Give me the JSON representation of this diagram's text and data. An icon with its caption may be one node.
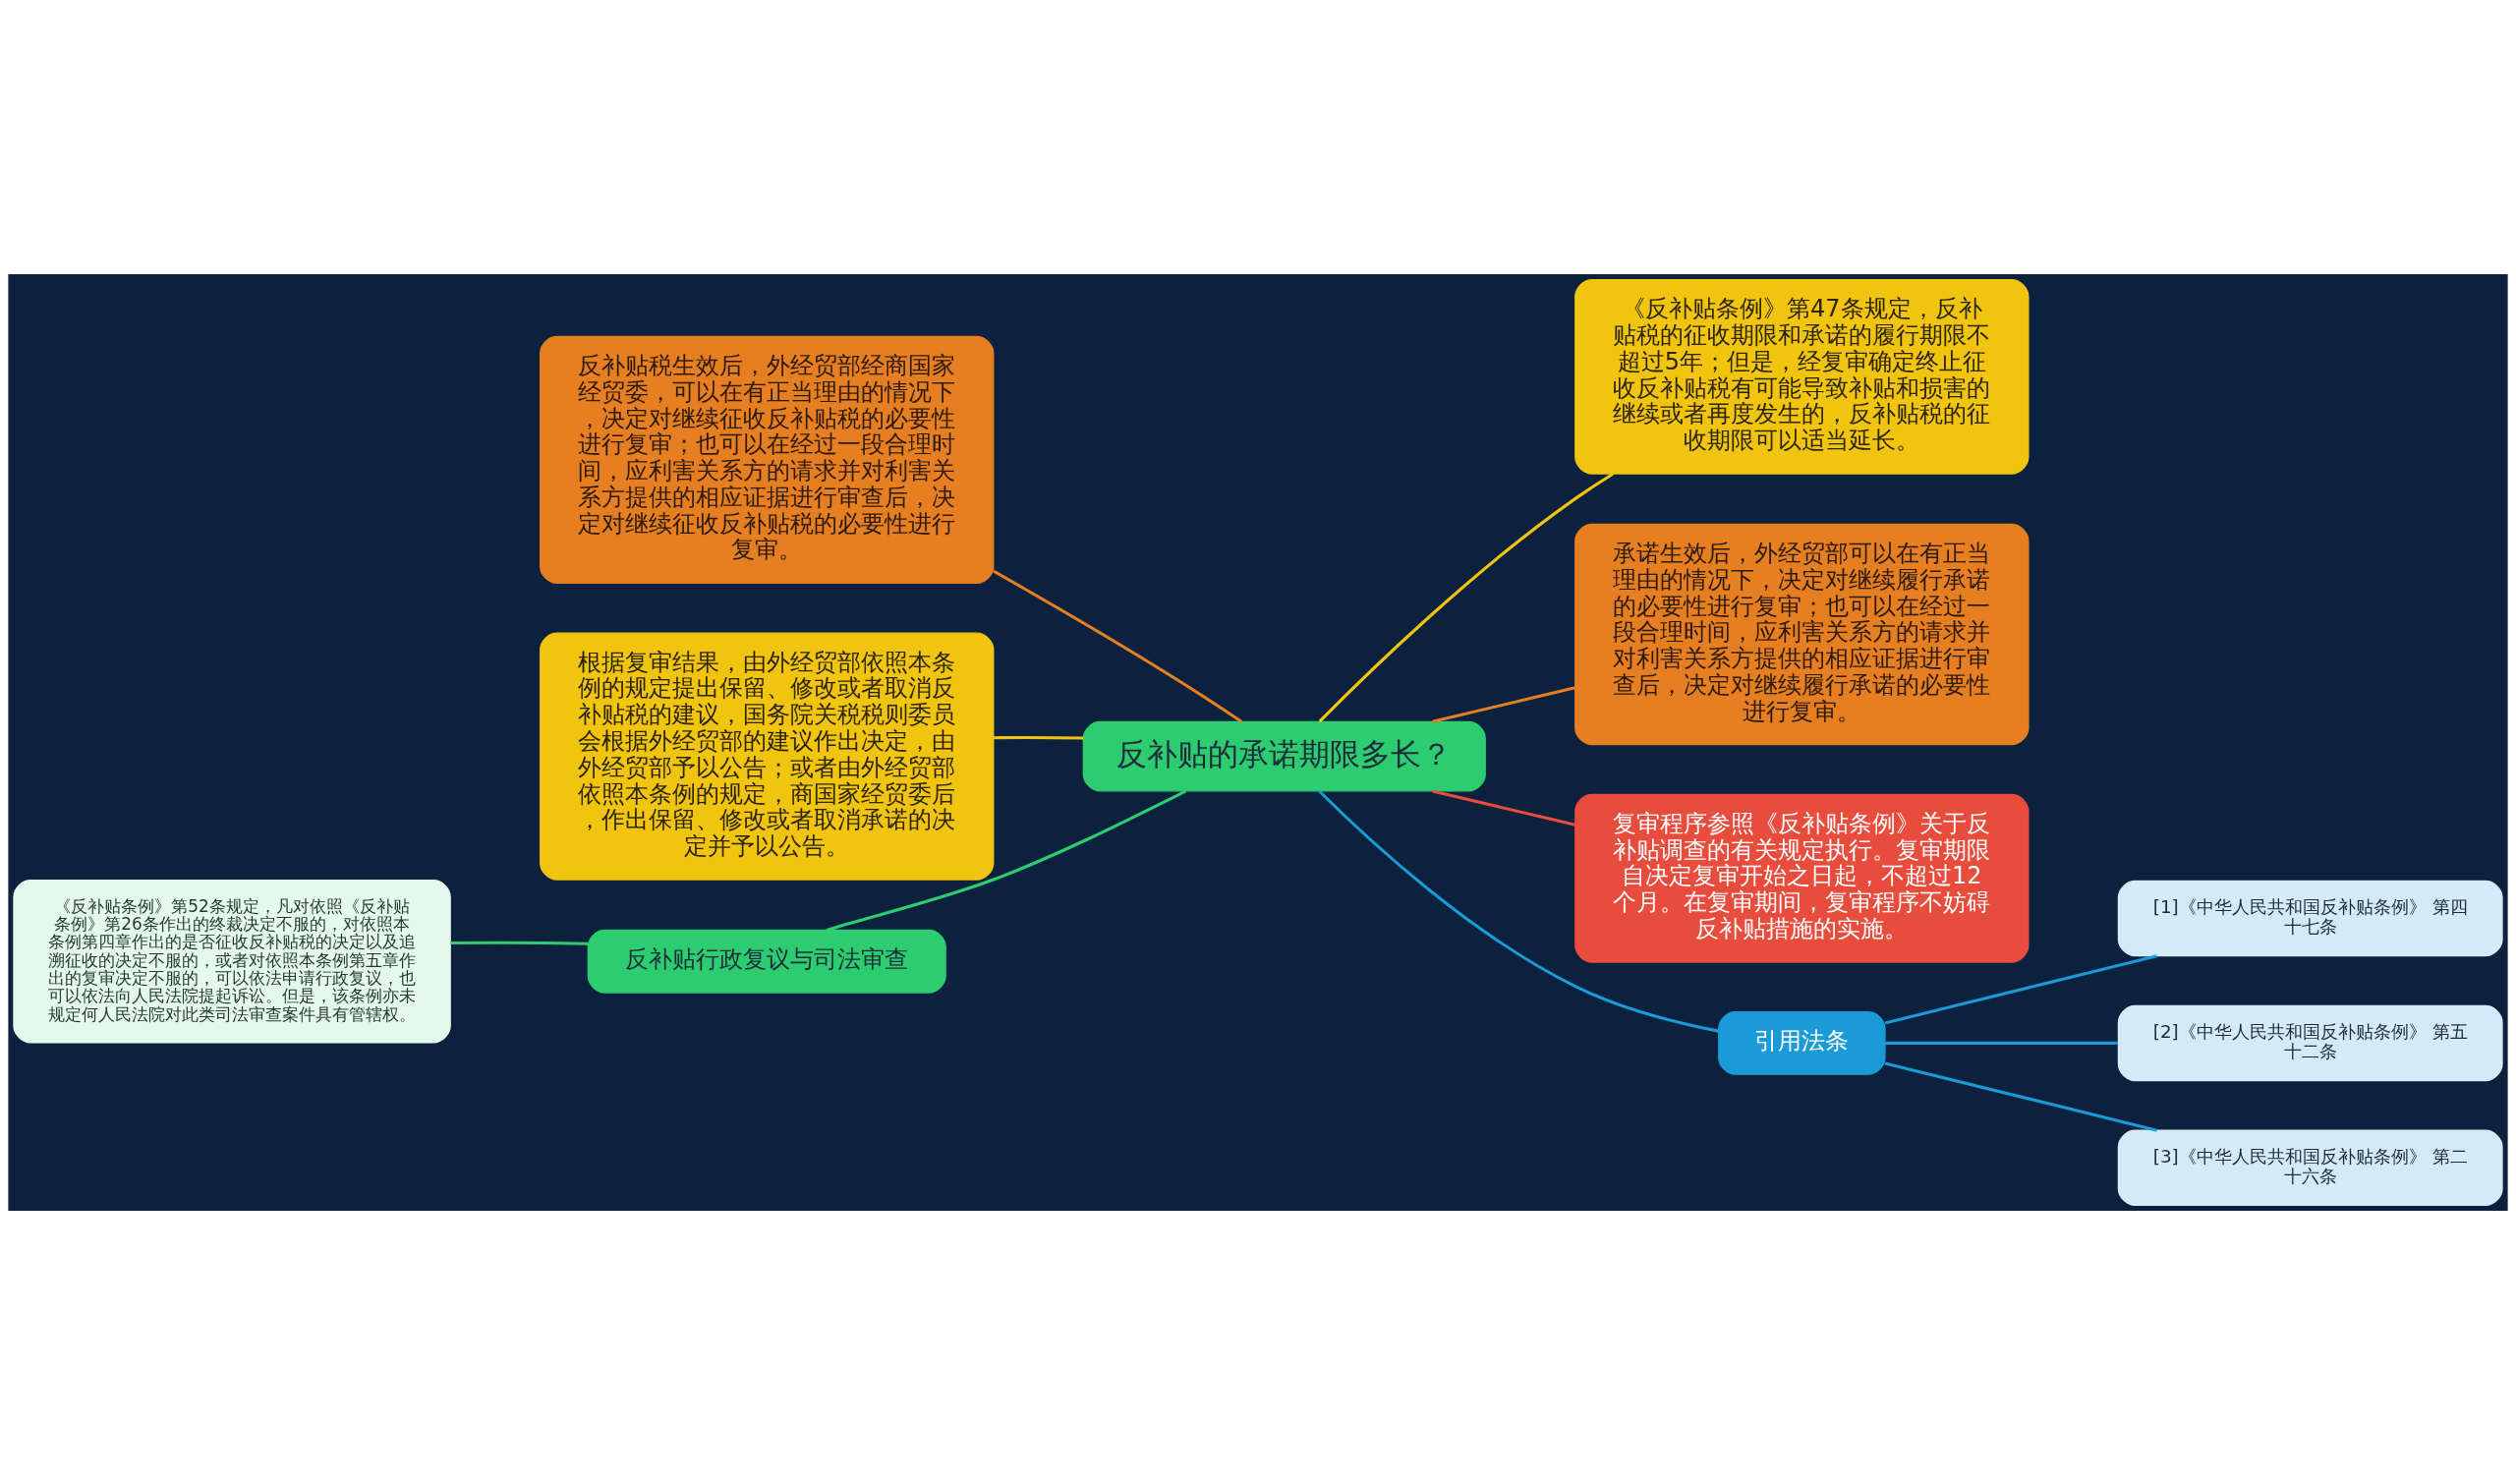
{
  "diagram": {
    "nodes": [
      {
        "text": [
          "反补贴的承诺期限多长？"
        ]
      },
      {
        "text": [
          "反补贴税生效后，外经贸部经商国家经贸委，可以在有正当理由的情况下，决定对继续征收反补贴税的必要性进行复审；也可以在经过一段合理时间，应利害关系方的请求并对利害关系方提供的相应证据进行审查后，决定对继续征收反补贴税的必要性进行复审。"
        ]
      },
      {
        "text": [
          "根据复审结果，由外经贸部依照本条例的规定提出保留、修改或者取消反补贴税的建议，国务院关税税则委员会根据外经贸部的建议作出决定，由外经贸部予以公告；或者由外经贸部依照本条例的规定，商国家经贸委后，作出保留、修改或者取消承诺的决定并予以公告。"
        ]
      },
      {
        "text": [
          "反补贴行政复议与司法审查"
        ]
      },
      {
        "text": [
          "《反补贴条例》第52条规定，凡对依照《反补贴条例》第26条作出的终裁决定不服的，对依照本条例第四章作出的是否征收反补贴税的决定以及追溯征收的决定不服的，或者对依照本条例第五章作出的复审决定不服的，可以依法申请行政复议，也可以依法向人民法院提起诉讼。但是，该条例亦未规定何人民法院对此类司法审查案件具有管辖权。"
        ]
      },
      {
        "text": [
          "《反补贴条例》第47条规定，反补贴税的征收期限和承诺的履行期限不超过5年；但是，经复审确定终止征收反补贴税有可能导致补贴和损害的继续或者再度发生的，反补贴税的征收期限可以适当延长。"
        ]
      },
      {
        "text": [
          "承诺生效后，外经贸部可以在有正当理由的情况下，决定对继续履行承诺的必要性进行复审；也可以在经过一段合理时间，应利害关系方的请求并对利害关系方提供的相应证据进行审查后，决定对继续履行承诺的必要性进行复审。"
        ]
      },
      {
        "text": [
          "复审程序参照《反补贴条例》关于反补贴调查的有关规定执行。复审期限自决定复审开始之日起，不超过12个月。在复审期间，复审程序不妨碍反补贴措施的实施。"
        ]
      },
      {
        "text": [
          "引用法条"
        ]
      },
      {
        "text": [
          "[1]《中华人民共和国反补贴条例》 第四十七条"
        ]
      },
      {
        "text": [
          "[2]《中华人民共和国反补贴条例》 第五十二条"
        ]
      },
      {
        "text": [
          "[3]《中华人民共和国反补贴条例》 第二十六条"
        ]
      }
    ],
    "edges": [
      {
        "from": 0,
        "to": 1,
        "arrow": "none",
        "color": "#e67e22"
      },
      {
        "from": 0,
        "to": 2,
        "arrow": "none",
        "color": "#f1c40f"
      },
      {
        "from": 0,
        "to": 3,
        "arrow": "none",
        "color": "#2ecc71"
      },
      {
        "from": 3,
        "to": 4,
        "arrow": "none",
        "color": "#2ecc71"
      },
      {
        "from": 0,
        "to": 5,
        "arrow": "none",
        "color": "#f1c40f"
      },
      {
        "from": 0,
        "to": 6,
        "arrow": "none",
        "color": "#e67e22"
      },
      {
        "from": 0,
        "to": 7,
        "arrow": "none",
        "color": "#e74c3c"
      },
      {
        "from": 0,
        "to": 8,
        "arrow": "none"
      },
      {
        "from": 8,
        "to": 9,
        "arrow": "none"
      },
      {
        "from": 8,
        "to": 10,
        "arrow": "none"
      },
      {
        "from": 8,
        "to": 11,
        "arrow": "none"
      }
    ]
  }
}
